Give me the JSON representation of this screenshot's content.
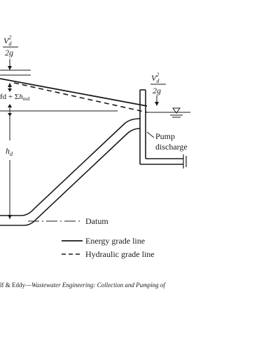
{
  "labels": {
    "vd_numerator_left": "V",
    "vd_sub_left": "d",
    "vd_sup_left": "2",
    "vd_denominator_left": "2g",
    "vd_numerator_right": "V",
    "vd_sub_right": "d",
    "vd_sup_right": "2",
    "vd_denominator_right": "2g",
    "head_loss_prefix": "fd + Σ",
    "head_loss_h": "h",
    "head_loss_sub": "md",
    "hd_h": "h",
    "hd_sub": "d",
    "pump_discharge_line1": "Pump",
    "pump_discharge_line2": "discharge",
    "datum": "Datum"
  },
  "legend": {
    "energy_grade_line": "Energy grade line",
    "hydraulic_grade_line": "Hydraulic grade line"
  },
  "caption": {
    "prefix": "lf & Eddy—",
    "title": "Wastewater Engineering: Collection and Pumping of"
  }
}
